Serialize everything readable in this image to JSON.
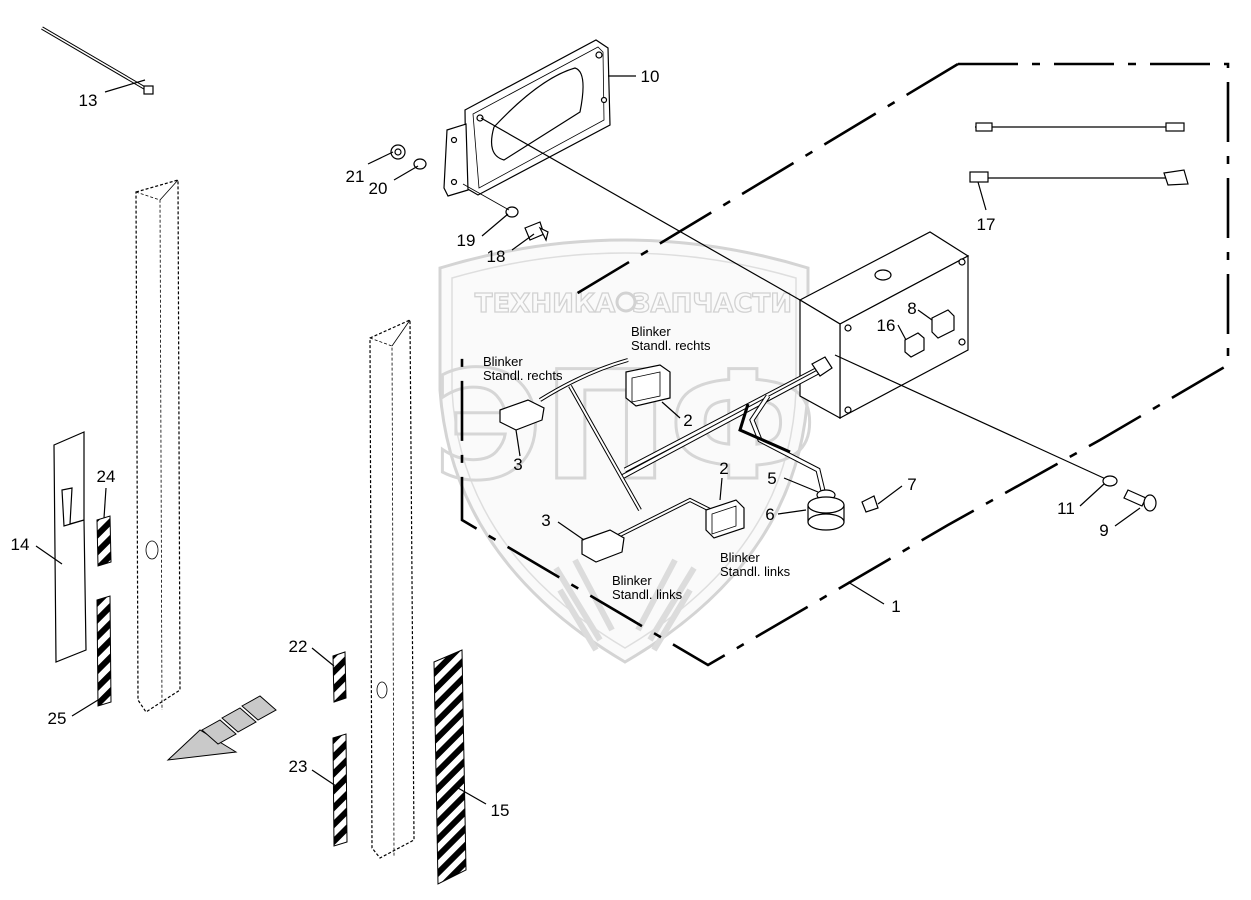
{
  "watermark": {
    "left_word": "ТЕХНИКА",
    "right_word": "ЗАПЧАСТИ",
    "big_letters": "ЭПФ"
  },
  "callouts": {
    "c13": "13",
    "c10": "10",
    "c21": "21",
    "c20": "20",
    "c19": "19",
    "c18": "18",
    "c17": "17",
    "c8": "8",
    "c16": "16",
    "c2a": "2",
    "c2b": "2",
    "c3a": "3",
    "c3b": "3",
    "c5": "5",
    "c6": "6",
    "c7": "7",
    "c11": "11",
    "c9": "9",
    "c1": "1",
    "c24": "24",
    "c14": "14",
    "c25": "25",
    "c22": "22",
    "c23": "23",
    "c15": "15"
  },
  "captions": {
    "top_right_line1": "Blinker",
    "top_right_line2": "Standl. rechts",
    "left_right_line1": "Blinker",
    "left_right_line2": "Standl. rechts",
    "bottom_left_line1": "Blinker",
    "bottom_left_line2": "Standl. links",
    "bottom_right_line1": "Blinker",
    "bottom_right_line2": "Standl. links"
  }
}
